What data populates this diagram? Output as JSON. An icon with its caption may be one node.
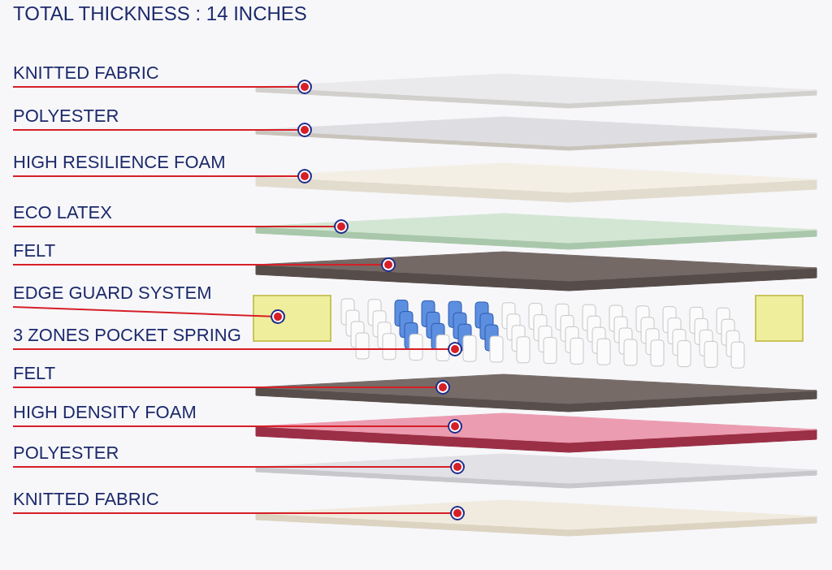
{
  "diagram": {
    "title": "TOTAL THICKNESS : 14 INCHES",
    "nodes": [
      {
        "text": [
          "KNITTED FABRIC"
        ]
      },
      {
        "text": [
          "POLYESTER"
        ]
      },
      {
        "text": [
          "HIGH RESILIENCE FOAM"
        ]
      },
      {
        "text": [
          "ECO LATEX"
        ]
      },
      {
        "text": [
          "FELT"
        ]
      },
      {
        "text": [
          "EDGE GUARD SYSTEM"
        ]
      },
      {
        "text": [
          "3 ZONES POCKET SPRING"
        ]
      },
      {
        "text": [
          "FELT"
        ]
      },
      {
        "text": [
          "HIGH DENSITY FOAM"
        ]
      },
      {
        "text": [
          "POLYESTER"
        ]
      },
      {
        "text": [
          "KNITTED FABRIC"
        ]
      },
      {
        "text": [],
        "shape": "picture"
      },
      {
        "text": [],
        "shape": "picture"
      },
      {
        "text": [],
        "shape": "picture"
      },
      {
        "text": [],
        "shape": "picture"
      },
      {
        "text": [],
        "shape": "picture"
      },
      {
        "text": [],
        "shape": "picture"
      },
      {
        "text": [],
        "shape": "picture"
      },
      {
        "text": [],
        "shape": "picture"
      },
      {
        "text": [],
        "shape": "picture"
      },
      {
        "text": [],
        "shape": "picture"
      },
      {
        "text": [],
        "shape": "picture"
      }
    ],
    "edges": [
      {
        "from": 0,
        "to": 11,
        "arrow": "other"
      },
      {
        "from": 1,
        "to": 12,
        "arrow": "other"
      },
      {
        "from": 2,
        "to": 13,
        "arrow": "other"
      },
      {
        "from": 3,
        "to": 14,
        "arrow": "other"
      },
      {
        "from": 4,
        "to": 15,
        "arrow": "other"
      },
      {
        "from": 5,
        "to": 16,
        "arrow": "other"
      },
      {
        "from": 6,
        "to": 17,
        "arrow": "other"
      },
      {
        "from": 7,
        "to": 18,
        "arrow": "other"
      },
      {
        "from": 8,
        "to": 19,
        "arrow": "other"
      },
      {
        "from": 9,
        "to": 20,
        "arrow": "other"
      },
      {
        "from": 10,
        "to": 21,
        "arrow": "other"
      }
    ]
  }
}
